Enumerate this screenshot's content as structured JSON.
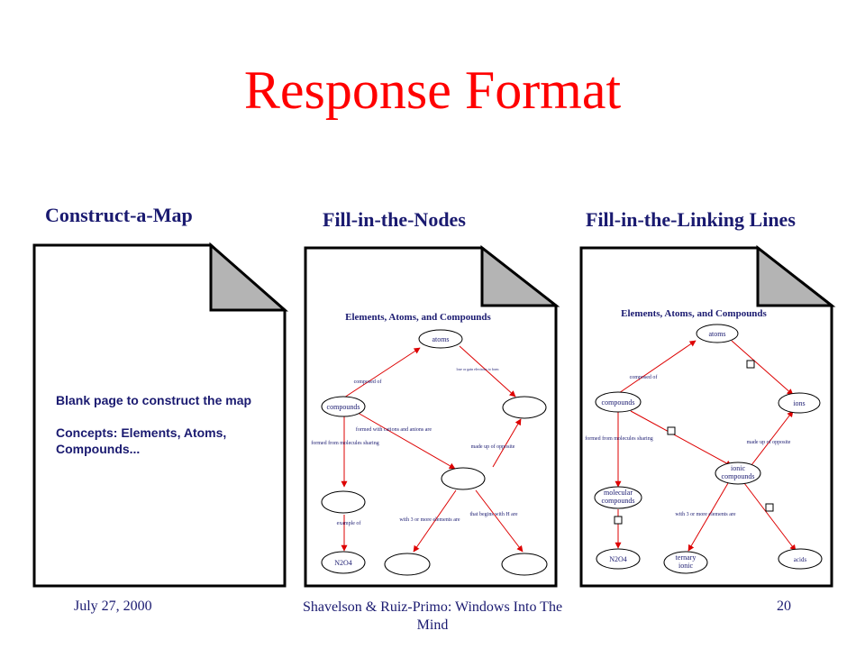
{
  "slide": {
    "title": "Response Format",
    "footer": {
      "date": "July 27, 2000",
      "source": "Shavelson & Ruiz-Primo: Windows Into The Mind",
      "page": "20"
    }
  },
  "pages": {
    "construct": {
      "heading": "Construct-a-Map",
      "instruction": "Blank page to construct the map",
      "concepts": "Concepts: Elements, Atoms, Compounds..."
    },
    "nodes": {
      "heading": "Fill-in-the-Nodes",
      "map_title": "Elements, Atoms, and Compounds",
      "node_atoms": "atoms",
      "node_compounds": "compounds",
      "node_n2o4": "N2O4",
      "link_composed_of": "composed of",
      "link_lose_gain": "lose or gain electrons to form",
      "link_formed_cations": "formed with cations and anions are",
      "link_formed_sharing": "formed from molecules sharing",
      "link_made_up": "made up of opposite",
      "link_example": "example of",
      "link_with3": "with 3 or more elements are",
      "link_begins_h": "that begins with H are"
    },
    "links": {
      "heading": "Fill-in-the-Linking Lines",
      "map_title": "Elements, Atoms, and Compounds",
      "node_atoms": "atoms",
      "node_compounds": "compounds",
      "node_ions": "ions",
      "node_ionic_1": "ionic",
      "node_ionic_2": "compounds",
      "node_molecular_1": "molecular",
      "node_molecular_2": "compounds",
      "node_n2o4": "N2O4",
      "node_ternary_1": "ternary",
      "node_ternary_2": "ionic",
      "node_acids": "acids",
      "link_composed_of": "composed of",
      "link_formed_sharing": "formed from molecules sharing",
      "link_made_up": "made up of opposite",
      "link_with3": "with 3 or more elements are"
    }
  },
  "colors": {
    "title_red": "#ff0000",
    "text_navy": "#1a1a70",
    "arrow_red": "#dd0000",
    "fold_gray": "#b4b4b4"
  }
}
